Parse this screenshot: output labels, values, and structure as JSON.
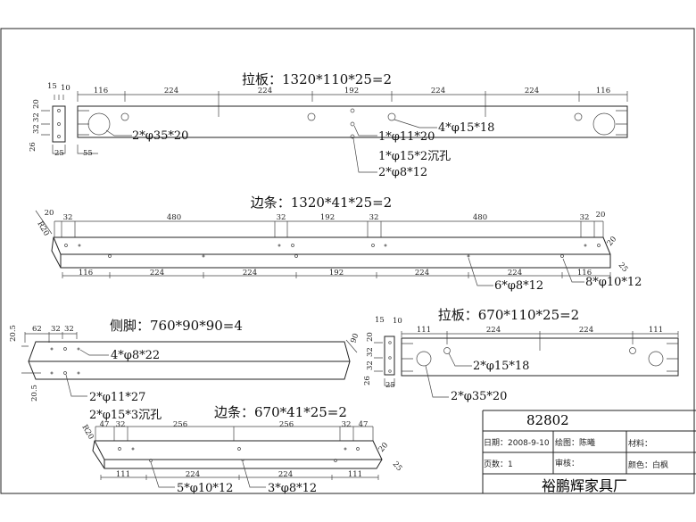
{
  "panel_1": {
    "title": "拉板：1320*110*25=2",
    "top_dims": [
      "116",
      "224",
      "224",
      "192",
      "224",
      "224",
      "116"
    ],
    "side_dims_top": [
      "15",
      "10"
    ],
    "side_dims_left": [
      "20",
      "32",
      "32",
      "26"
    ],
    "side_width": "25",
    "offset": "55",
    "callouts": [
      "2*φ35*20",
      "4*φ15*18",
      "1*φ11*20",
      "1*φ15*2沉孔",
      "2*φ8*12"
    ]
  },
  "panel_2": {
    "title": "边条：1320*41*25=2",
    "top_dims": [
      "20",
      "32",
      "480",
      "32",
      "192",
      "32",
      "480",
      "32",
      "20"
    ],
    "bottom_dims": [
      "116",
      "224",
      "224",
      "192",
      "224",
      "224",
      "116"
    ],
    "radius": "R20",
    "end_dims": [
      "20",
      "25"
    ],
    "callouts": [
      "6*φ8*12",
      "8*φ10*12"
    ]
  },
  "panel_3": {
    "title": "侧脚：760*90*90=4",
    "top_dims": [
      "62",
      "32",
      "32"
    ],
    "offsets": [
      "20.5",
      "20.5"
    ],
    "end_dim": "90",
    "callouts": [
      "4*φ8*22",
      "2*φ11*27",
      "2*φ15*3沉孔"
    ]
  },
  "panel_4": {
    "title": "拉板：670*110*25=2",
    "top_dims": [
      "111",
      "224",
      "224",
      "111"
    ],
    "side_dims_top": [
      "15",
      "10"
    ],
    "side_dims_left": [
      "20",
      "32",
      "32",
      "26"
    ],
    "side_width": "25",
    "callouts": [
      "2*φ15*18",
      "2*φ35*20"
    ]
  },
  "panel_5": {
    "title": "边条：670*41*25=2",
    "top_dims": [
      "47",
      "32",
      "256",
      "256",
      "32",
      "47"
    ],
    "bottom_dims": [
      "111",
      "224",
      "224",
      "111"
    ],
    "radius": "R20",
    "end_dims": [
      "20",
      "25"
    ],
    "callouts": [
      "5*φ10*12",
      "3*φ8*12"
    ]
  },
  "title_block": {
    "drawing_no": "82802",
    "date": "日期：2008-9-10",
    "drawn_by": "绘图：陈曦",
    "material": "材料：",
    "page": "页数：1",
    "review": "审核：",
    "color": "颜色：白枫",
    "company": "裕鹏辉家具厂"
  }
}
